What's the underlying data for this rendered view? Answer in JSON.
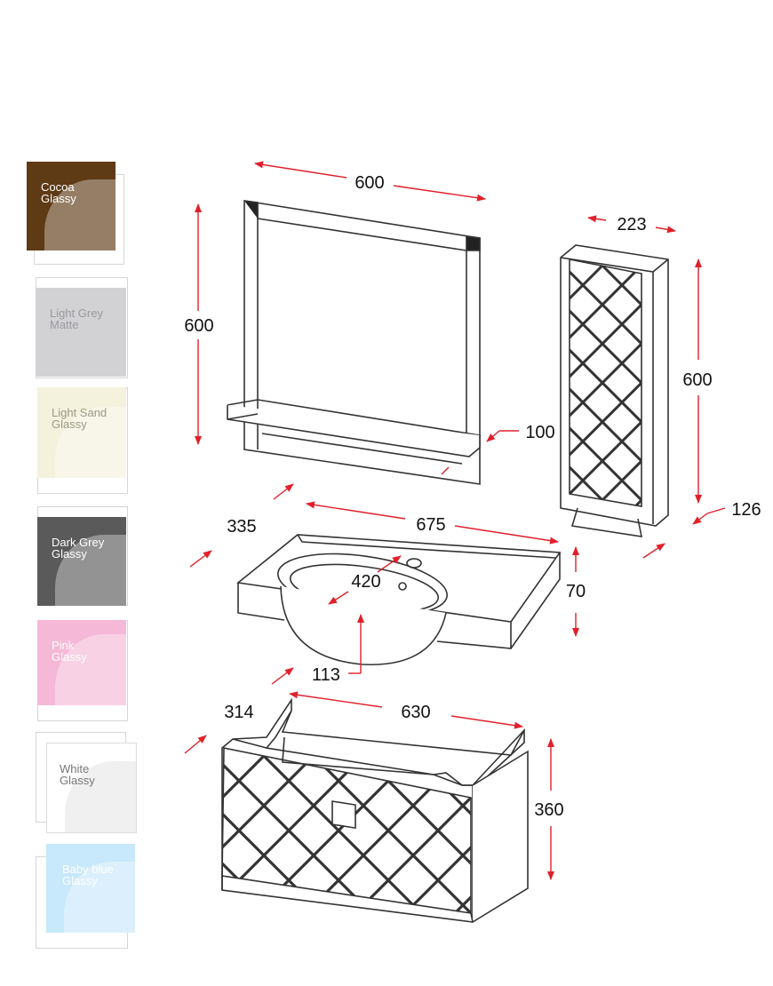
{
  "swatches": [
    {
      "label_1": "Cocoa",
      "label_2": "Glassy",
      "color": "#5e3a15",
      "text": "#ffffff"
    },
    {
      "label_1": "Light Grey",
      "label_2": "Matte",
      "color": "#d2d2d4",
      "text": "#9a9aa0"
    },
    {
      "label_1": "Light Sand",
      "label_2": "Glassy",
      "color": "#f4f2dc",
      "text": "#9a9a88"
    },
    {
      "label_1": "Dark Grey",
      "label_2": "Glassy",
      "color": "#5a5a5a",
      "text": "#ffffff"
    },
    {
      "label_1": "Pink",
      "label_2": "Glassy",
      "color": "#f5b8d6",
      "text": "#ffffff"
    },
    {
      "label_1": "White",
      "label_2": "Glassy",
      "color": "#ffffff",
      "text": "#777777"
    },
    {
      "label_1": "Baby blue",
      "label_2": "Glassy",
      "color": "#c8e8fb",
      "text": "#ffffff"
    }
  ],
  "dimensions": {
    "mirror_width": "600",
    "mirror_height": "600",
    "shelf_depth": "100",
    "cabinet_width": "223",
    "cabinet_height": "600",
    "cabinet_depth": "126",
    "basin_depth": "335",
    "basin_width": "675",
    "bowl_width": "420",
    "basin_height": "70",
    "bowl_drop": "113",
    "vanity_depth": "314",
    "vanity_width": "630",
    "vanity_height": "360"
  },
  "colors": {
    "arrow": "#e0202a",
    "line": "#333333"
  }
}
